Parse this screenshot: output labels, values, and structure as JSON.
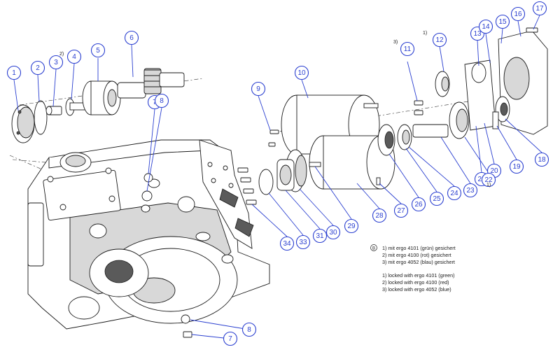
{
  "callouts": [
    "1",
    "2",
    "3",
    "4",
    "5",
    "6",
    "7",
    "8",
    "9",
    "10",
    "11",
    "12",
    "13",
    "14",
    "15",
    "16",
    "17",
    "18",
    "19",
    "20",
    "21",
    "22",
    "23",
    "24",
    "25",
    "26",
    "27",
    "28",
    "29",
    "30",
    "31",
    "33",
    "34",
    "8",
    "7"
  ],
  "superscripts": {
    "part3": "2)",
    "part11": "3)",
    "part12": "1)",
    "part20": "1)"
  },
  "notes": {
    "marker": "B",
    "de": [
      "1) mit ergo 4101 (grün) gesichert",
      "2) mit ergo 4100 (rot) gesichert",
      "3) mit ergo 4052 (blau) gesichert"
    ],
    "en": [
      "1) locked with ergo 4101 (green)",
      "2) locked with ergo 4100 (red)",
      "3) locked with ergo 4052 (blue)"
    ]
  },
  "colors": {
    "callout": "#2a3fd0",
    "line": "#1a1a1a"
  }
}
